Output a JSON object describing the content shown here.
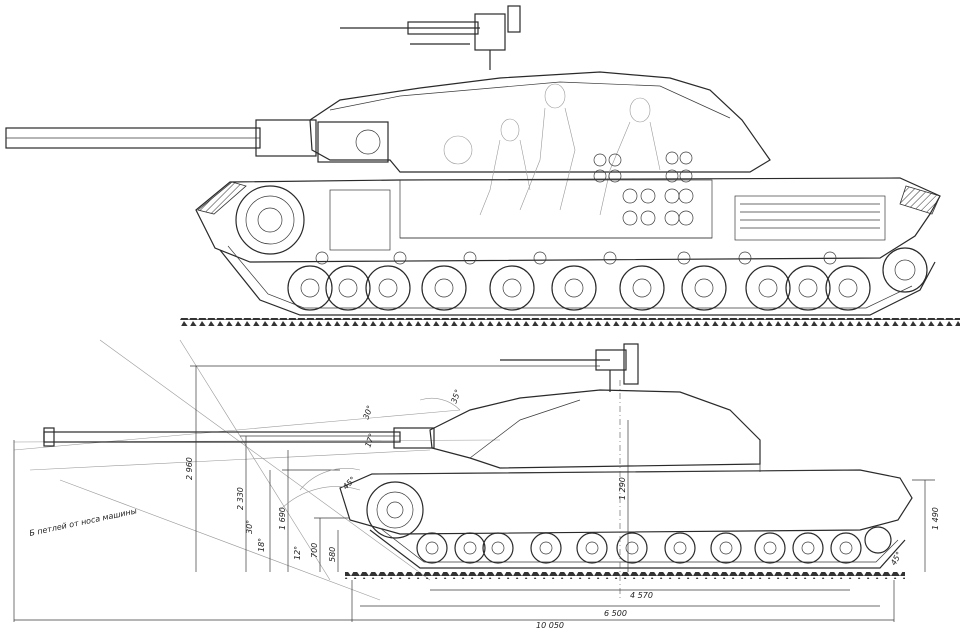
{
  "drawing": {
    "side_cutaway": {},
    "profile": {
      "note": "Б петлей от носа машины",
      "dims": {
        "overall_length": "10 050",
        "hull_length": "6 500",
        "track_contact": "4 570",
        "height_total": "2 960",
        "hull_height": "2 330",
        "front_hull": "1 290",
        "gun_axis": "1 690",
        "clearance_a": "700",
        "clearance_b": "580",
        "right_height": "1 490"
      },
      "angles": {
        "a1": "35°",
        "a2": "30°",
        "a3": "17°",
        "a4": "18°",
        "a5": "30°",
        "a6": "45°",
        "a7": "45°",
        "a8": "12°"
      }
    }
  }
}
